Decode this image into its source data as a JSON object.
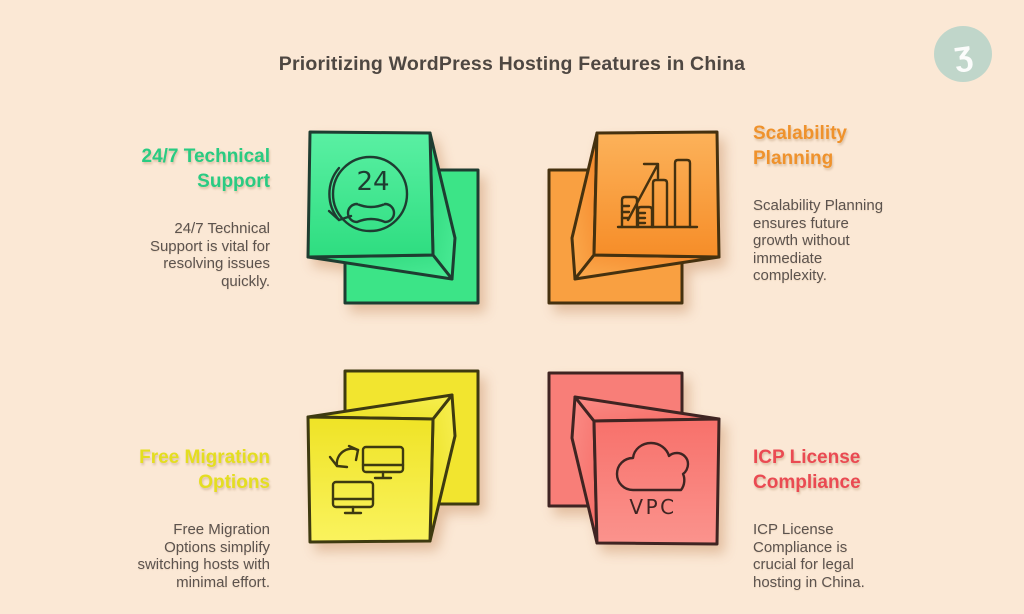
{
  "title": "Prioritizing WordPress Hosting Features in China",
  "logo": {
    "glyph": "ʒ"
  },
  "colors": {
    "background": "#fbe8d5",
    "title_text": "#4e4742",
    "body_text": "#5c534e",
    "green_accent": "#29cb82",
    "orange_accent": "#ef922c",
    "yellow_accent": "#e4de20",
    "red_accent": "#ea4a52"
  },
  "features": [
    {
      "heading": "24/7 Technical\nSupport",
      "body": "24/7 Technical\nSupport is vital for\nresolving issues\nquickly.",
      "accent": "#29cb82",
      "icon": "24h-support-icon"
    },
    {
      "heading": "Scalability\nPlanning",
      "body": "Scalability Planning\nensures future\ngrowth without\nimmediate\ncomplexity.",
      "accent": "#ef922c",
      "icon": "growth-chart-icon"
    },
    {
      "heading": "Free Migration\nOptions",
      "body": "Free Migration\nOptions simplify\nswitching hosts with\nminimal effort.",
      "accent": "#e4de20",
      "icon": "host-migration-icon"
    },
    {
      "heading": "ICP License\nCompliance",
      "body": "ICP License\nCompliance is\ncrucial for legal\nhosting in China.",
      "accent": "#ea4a52",
      "icon": "vpc-cloud-icon"
    }
  ],
  "icons": {
    "support_badge": "24",
    "vpc_label": "VPC"
  }
}
